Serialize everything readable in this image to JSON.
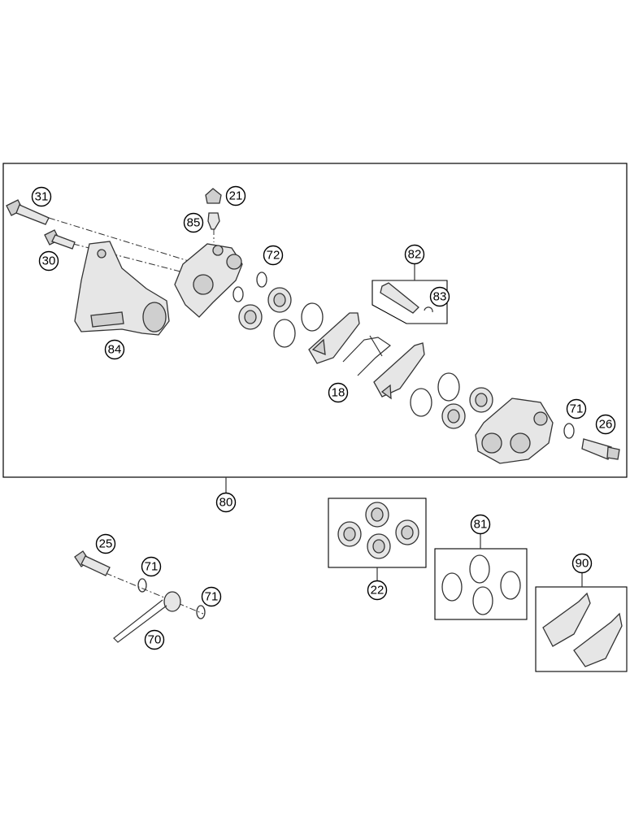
{
  "callouts": {
    "c31": "31",
    "c30": "30",
    "c21": "21",
    "c85": "85",
    "c84": "84",
    "c72": "72",
    "c82": "82",
    "c83": "83",
    "c18": "18",
    "c71a": "71",
    "c26": "26",
    "c80": "80",
    "c25": "25",
    "c71b": "71",
    "c71c": "71",
    "c70": "70",
    "c22": "22",
    "c81": "81",
    "c90": "90"
  }
}
